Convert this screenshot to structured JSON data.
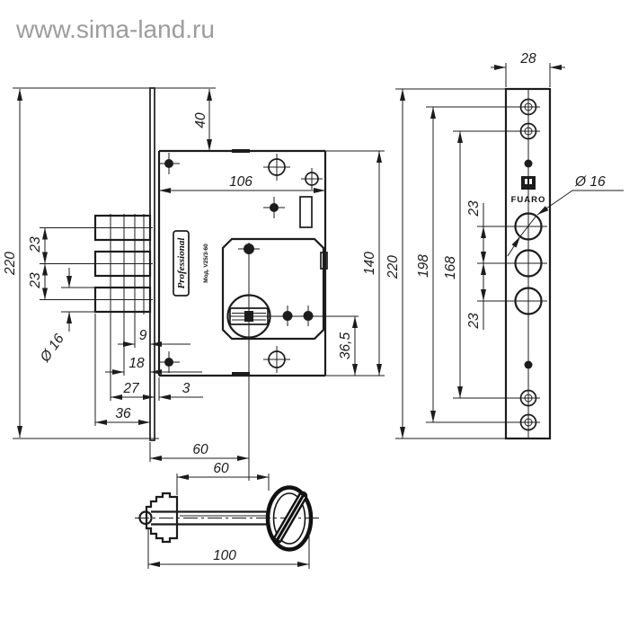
{
  "watermark": "www.sima-land.ru",
  "lock_body_view": {
    "label_professional": "Professional",
    "label_model": "Мод. V25/3-60",
    "dims": {
      "overall_height": "220",
      "plate_overhang": "40",
      "body_width": "106",
      "body_height": "140",
      "axis_to_bottom": "36,5",
      "bolt_pitch_upper": "23",
      "bolt_pitch_lower": "23",
      "bolt_diameter": "Ø 16",
      "step_9": "9",
      "step_18": "18",
      "step_27": "27",
      "plate_gap": "3",
      "bolt_throw": "36",
      "backset": "60"
    }
  },
  "faceplate_view": {
    "label_brand": "FUARO",
    "dims": {
      "width": "28",
      "overall_height": "220",
      "outer_screw_span": "198",
      "inner_screw_span": "168",
      "hole_pitch_upper": "23",
      "hole_pitch_lower": "23",
      "hole_diameter": "Ø 16"
    }
  },
  "key_view": {
    "dims": {
      "bit_to_bow": "60",
      "overall_length": "100"
    }
  }
}
